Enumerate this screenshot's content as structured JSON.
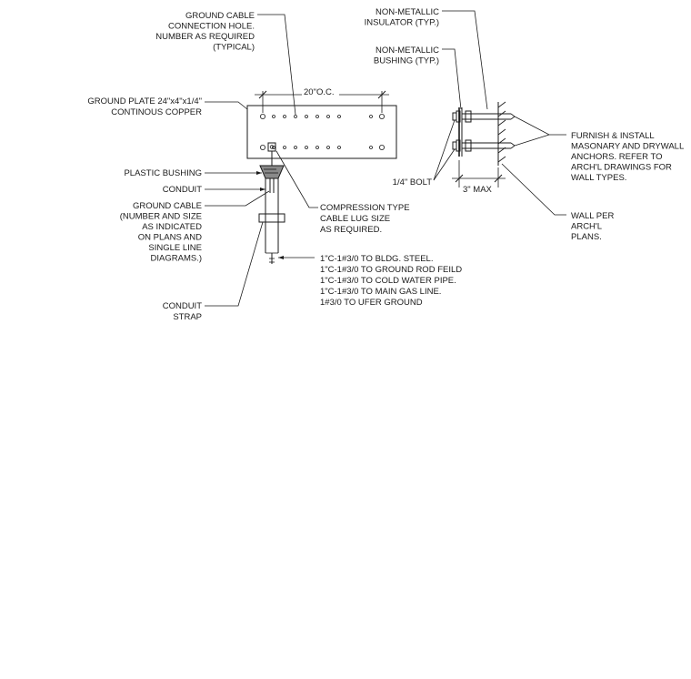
{
  "notes": {
    "ground_cable_hole": [
      "GROUND CABLE",
      "CONNECTION HOLE.",
      "NUMBER AS REQUIRED",
      "(TYPICAL)"
    ],
    "ground_plate": [
      "GROUND PLATE 24\"x4\"x1/4\"",
      "CONTINOUS COPPER"
    ],
    "plastic_bushing": "PLASTIC BUSHING",
    "conduit": "CONDUIT",
    "ground_cable": [
      "GROUND CABLE",
      "(NUMBER AND SIZE",
      "AS INDICATED",
      "ON PLANS AND",
      "SINGLE LINE",
      "DIAGRAMS.)"
    ],
    "conduit_strap": [
      "CONDUIT",
      "STRAP"
    ],
    "compression_lug": [
      "COMPRESSION TYPE",
      "CABLE LUG SIZE",
      "AS REQUIRED."
    ],
    "connections": [
      "1\"C-1#3/0 TO BLDG. STEEL.",
      "1\"C-1#3/0 TO GROUND ROD FEILD",
      "1\"C-1#3/0 TO COLD WATER PIPE.",
      "1\"C-1#3/0 TO MAIN GAS LINE.",
      "1#3/0 TO UFER GROUND"
    ],
    "insulator": [
      "NON-METALLIC",
      "INSULATOR (TYP.)"
    ],
    "bushing": [
      "NON-METALLIC",
      "BUSHING (TYP.)"
    ],
    "anchors": [
      "FURNISH & INSTALL",
      "MASONARY AND DRYWALL",
      "ANCHORS. REFER TO",
      "ARCH'L DRAWINGS FOR",
      "WALL TYPES."
    ],
    "bolt": "1/4\" BOLT",
    "wall": [
      "WALL PER",
      "ARCH'L",
      "PLANS."
    ]
  },
  "dimensions": {
    "spacing": "20\"O.C.",
    "max_offset": "3\" MAX"
  }
}
